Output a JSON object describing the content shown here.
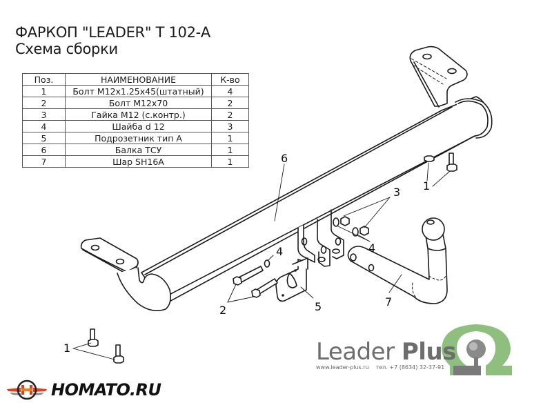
{
  "header": {
    "title": "ФАРКОП \"LEADER\" Т 102-А",
    "subtitle": "Схема сборки"
  },
  "parts_table": {
    "columns": [
      "Поз.",
      "НАИМЕНОВАНИЕ",
      "К-во"
    ],
    "rows": [
      {
        "pos": "1",
        "name": "Болт М12х1.25х45(штатный)",
        "qty": "4"
      },
      {
        "pos": "2",
        "name": "Болт М12х70",
        "qty": "2"
      },
      {
        "pos": "3",
        "name": "Гайка М12 (с.контр.)",
        "qty": "2"
      },
      {
        "pos": "4",
        "name": "Шайба d 12",
        "qty": "3"
      },
      {
        "pos": "5",
        "name": "Подрозетник тип А",
        "qty": "1"
      },
      {
        "pos": "6",
        "name": "Балка ТСУ",
        "qty": "1"
      },
      {
        "pos": "7",
        "name": "Шар SH16A",
        "qty": "1"
      }
    ]
  },
  "callouts": {
    "c1_right": "1",
    "c1_left": "1",
    "c2": "2",
    "c3": "3",
    "c4_top": "4",
    "c4_right": "4",
    "c5": "5",
    "c6": "6",
    "c7": "7"
  },
  "leader_plus": {
    "name_regular": "Leader ",
    "name_bold": "Plus",
    "url": "www.leader-plus.ru",
    "phone": "тел. +7 (8634) 32-37-91",
    "green": "#8fbf7f",
    "gray": "#7a7a7a"
  },
  "homato": {
    "text": "HOMATO.RU",
    "accent": "#e0401a"
  }
}
